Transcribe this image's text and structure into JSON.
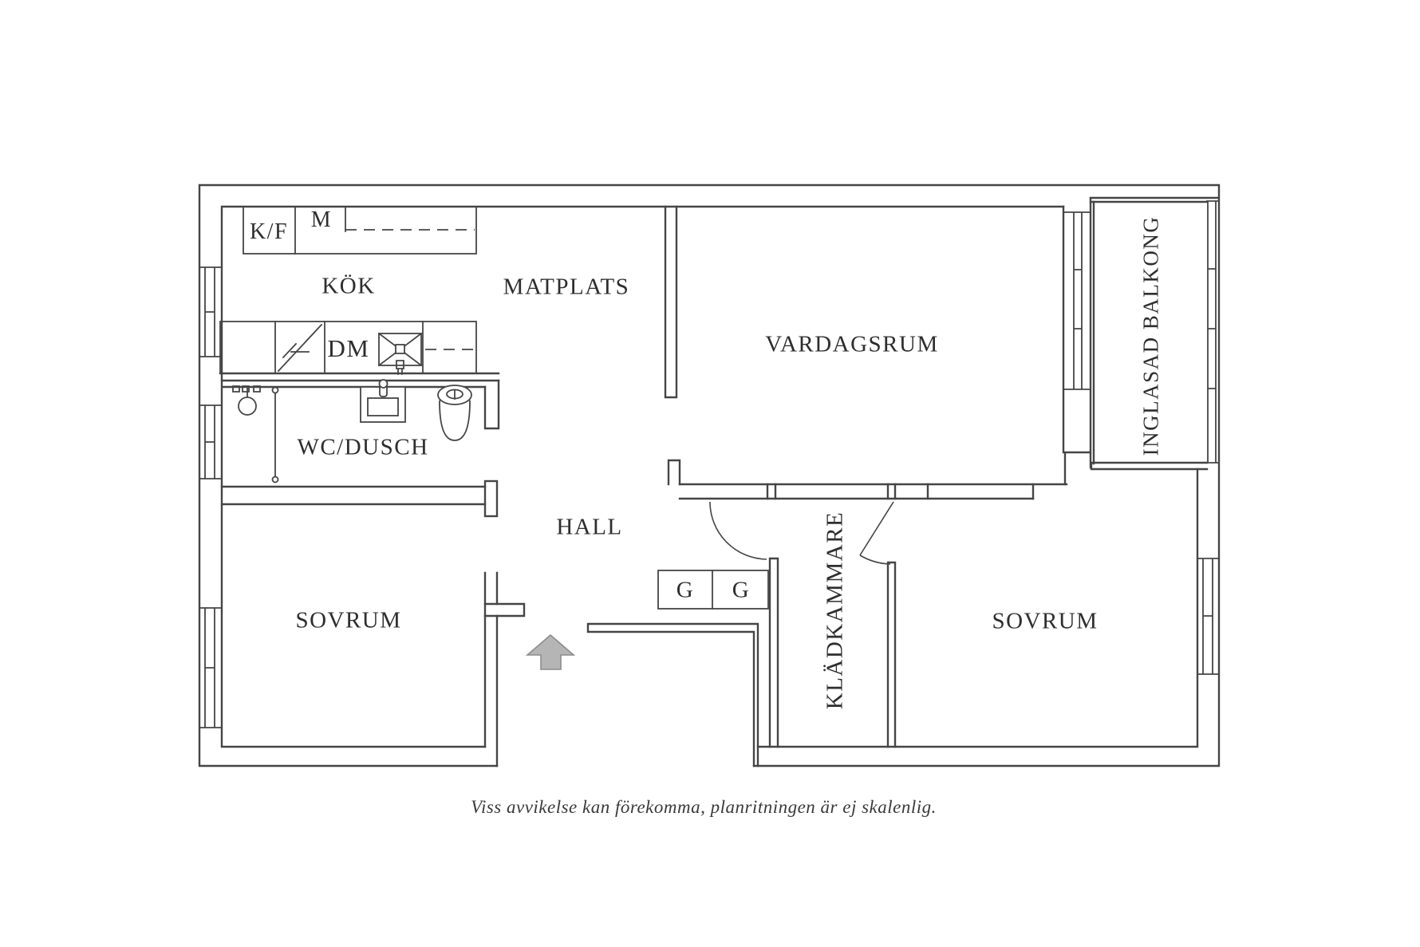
{
  "floorplan": {
    "room_labels": {
      "kok": "KÖK",
      "matplats": "MATPLATS",
      "vardagsrum": "VARDAGSRUM",
      "wc_dusch": "WC/DUSCH",
      "hall": "HALL",
      "sovrum_left": "SOVRUM",
      "sovrum_right": "SOVRUM",
      "kladkammare": "KLÄDKAMMARE",
      "inglasad_balkong": "INGLASAD BALKONG"
    },
    "fixture_labels": {
      "kyl_frys": "K/F",
      "micro": "M",
      "diskmaskin": "DM",
      "garderob_1": "G",
      "garderob_2": "G"
    },
    "caption": "Viss avvikelse kan förekomma, planritningen är ej skalenlig.",
    "colors": {
      "wall_line": "#454545",
      "arrow_fill": "#b5b5b5",
      "arrow_stroke": "#8c8c8c",
      "label_text": "#2e2e2e"
    }
  }
}
